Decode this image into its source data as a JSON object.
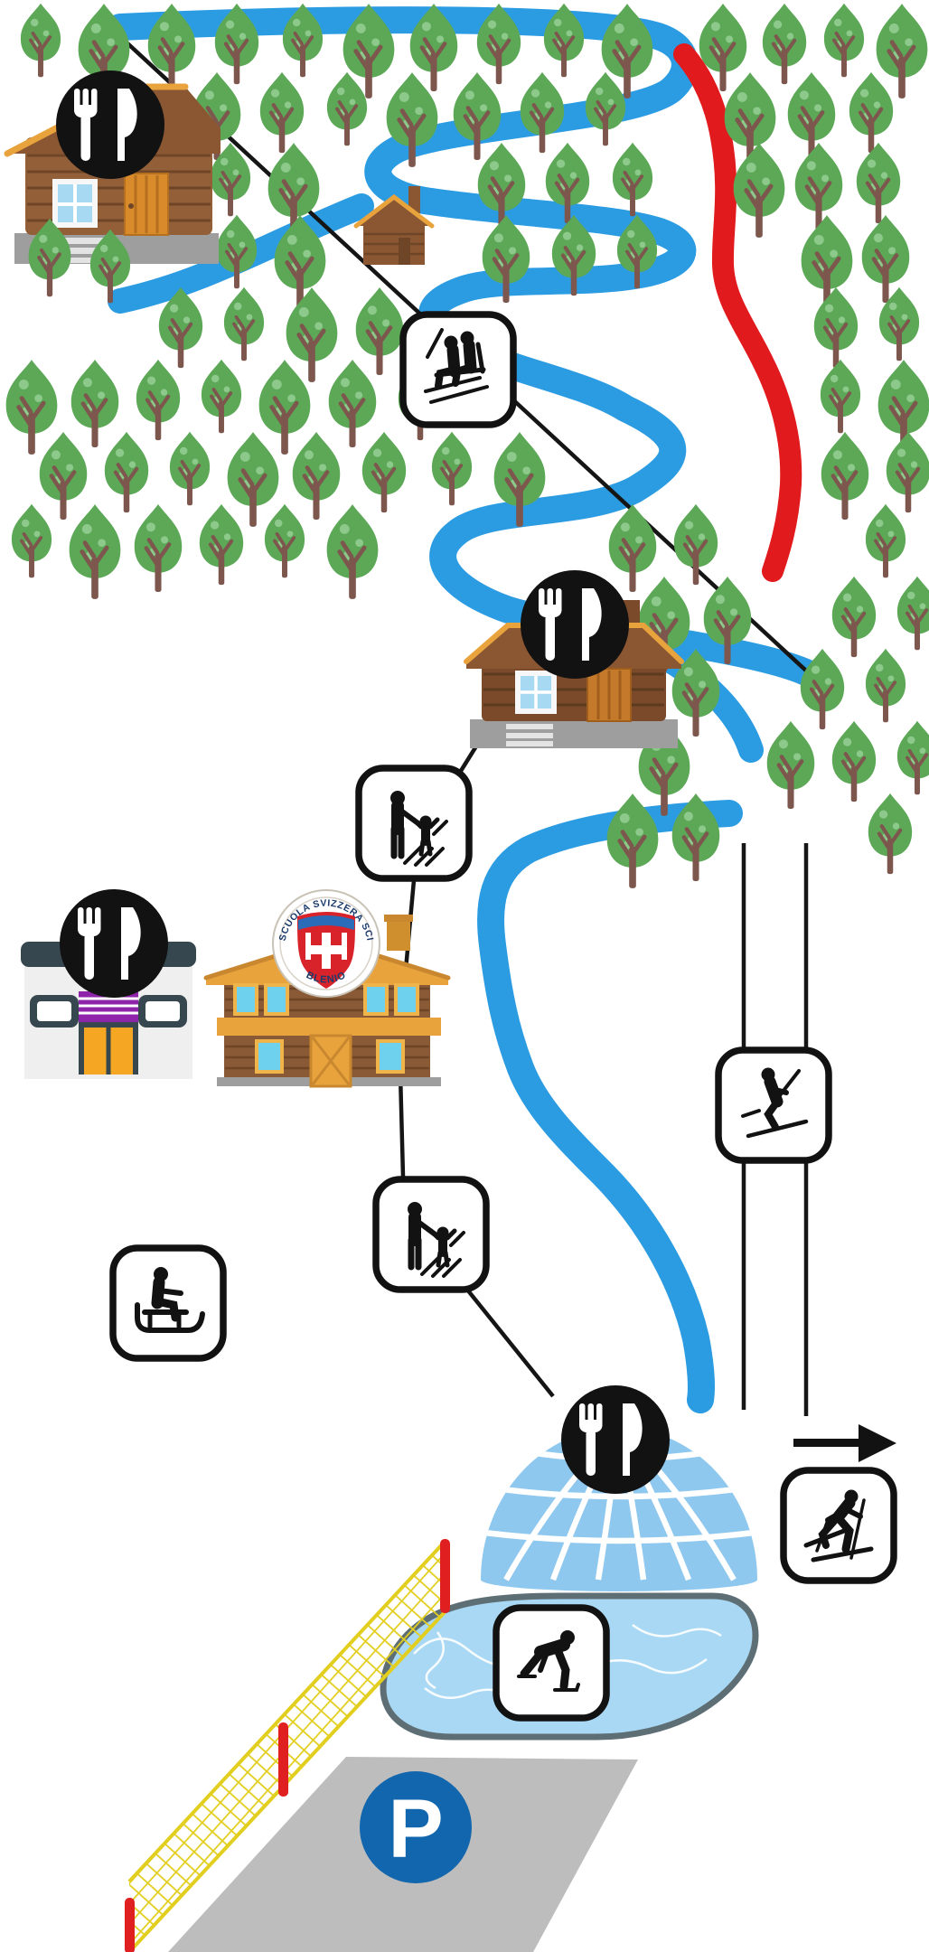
{
  "school_logo": {
    "arc_text": "SCUOLA SVIZZERA SCI",
    "name_text": "BLENIO"
  },
  "parking_sign": {
    "letter": "P"
  },
  "icons": [
    "fork-and-knife-restaurant-icon",
    "chairlift-icon",
    "parent-child-ski-lesson-icon",
    "button-lift-icon",
    "sledging-icon",
    "cross-country-skiing-icon",
    "ice-skating-icon",
    "parking-p-icon",
    "right-arrow-icon",
    "tree-icon",
    "log-cabin-icon",
    "igloo-icon",
    "safety-net-fence-icon"
  ],
  "colors": {
    "trail_blue": "#2B9BE2",
    "trail_red": "#E11A1D",
    "lift_line_black": "#151515",
    "tree_green": "#5CA857",
    "tree_green_light": "#8CC98B",
    "trunk_brown": "#7D574D",
    "cabin_log": "#925F38",
    "cabin_log_dark": "#6E4526",
    "roof_brown": "#8A5732",
    "roof_trim_gold": "#E8A33D",
    "door_orange": "#D98A2B",
    "window_blue": "#A8D9F2",
    "base_gray": "#9E9E9E",
    "badge_black": "#121212",
    "school_mustard": "#E8A33D",
    "white_building": "#EFEFEF",
    "slate_gray": "#37474F",
    "awning_purple": "#8E24AA",
    "door_yellow": "#F5A623",
    "igloo_blue": "#8FC8EE",
    "rink_fill": "#A9D8F4",
    "rink_border": "#5E6E75",
    "parking_gray": "#BDBDBD",
    "parking_blue": "#1266AE",
    "fence_yellow": "#E2CE1E",
    "fence_post_red": "#E02020",
    "logo_red": "#D8232A",
    "logo_blue_band": "#2B6CB8",
    "logo_text_navy": "#1A3A6B"
  }
}
